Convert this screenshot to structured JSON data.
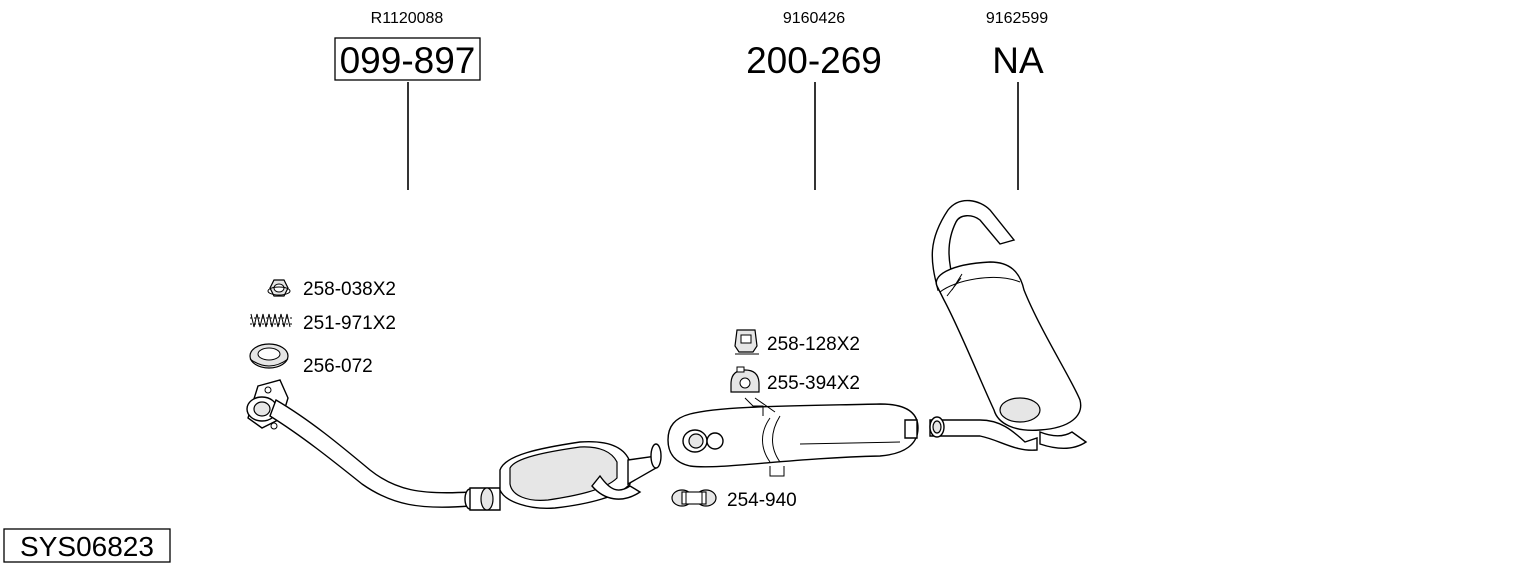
{
  "system_code": "SYS06823",
  "groups": [
    {
      "ref": "R1120088",
      "part": "099-897",
      "boxed": true
    },
    {
      "ref": "9160426",
      "part": "200-269",
      "boxed": false
    },
    {
      "ref": "9162599",
      "part": "NA",
      "boxed": false
    }
  ],
  "accessories": [
    {
      "code": "258-038X2",
      "icon": "nut-icon"
    },
    {
      "code": "251-971X2",
      "icon": "spring-icon"
    },
    {
      "code": "256-072",
      "icon": "gasket-ring-icon"
    },
    {
      "code": "258-128X2",
      "icon": "rubber-hanger-icon"
    },
    {
      "code": "255-394X2",
      "icon": "mounting-ring-icon"
    },
    {
      "code": "254-940",
      "icon": "pipe-clamp-icon"
    }
  ]
}
